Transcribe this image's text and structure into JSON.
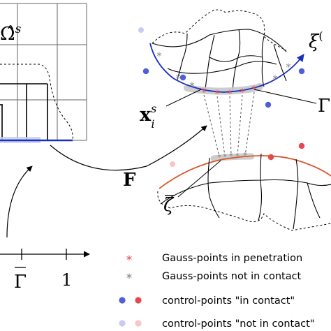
{
  "labels": {
    "omega_hat_base": "Ω̂",
    "omega_hat_sup": "s",
    "xi_base": "ξ",
    "xi_sup": "(",
    "x_base": "x",
    "x_sup": "s",
    "x_sub": "i",
    "gamma_bar": "Γ",
    "F": "F",
    "zeta_bar": "ζ",
    "gamma_tilde": "Γ",
    "axis_one": "1"
  },
  "legend": [
    {
      "label": "Gauss-points in penetration",
      "marker": "star",
      "color": "#e8474f"
    },
    {
      "label": "Gauss-points not in contact",
      "marker": "star",
      "color": "#7d7d7d"
    },
    {
      "label": "control-points \"in contact\"",
      "marker": "dot-pair",
      "colors": [
        "#4f5fd8",
        "#e8474f"
      ]
    },
    {
      "label": "control-points \"not in contact\"",
      "marker": "dot-pair",
      "colors": [
        "#c9ccf0",
        "#f6c6c9"
      ]
    }
  ],
  "colors": {
    "blue_curve": "#1a2fbf",
    "orange_curve": "#d9562a",
    "red_point": "#e8474f",
    "blue_point": "#4f5fd8",
    "grey_star": "#7d7d7d",
    "highlight": "#c8c8c8"
  }
}
